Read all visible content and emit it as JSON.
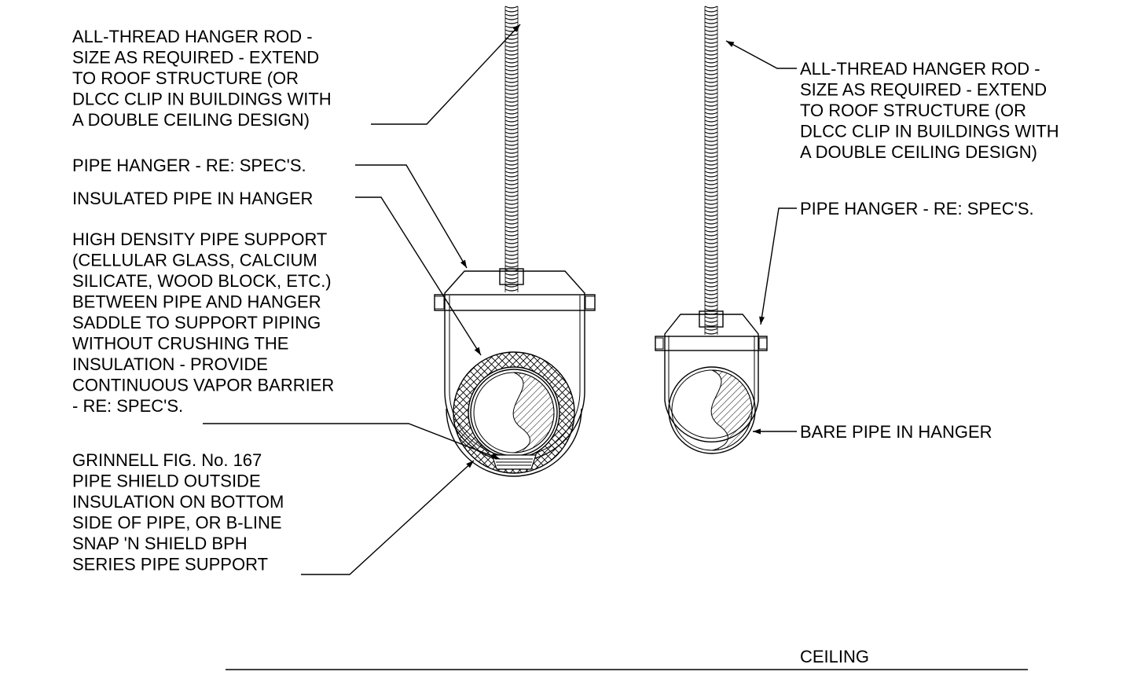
{
  "labels": {
    "left_rod": [
      "ALL-THREAD HANGER ROD -",
      "SIZE AS REQUIRED - EXTEND",
      "TO ROOF STRUCTURE (OR",
      "DLCC CLIP IN BUILDINGS WITH",
      "A DOUBLE CEILING DESIGN)"
    ],
    "left_hanger": [
      "PIPE HANGER - RE: SPEC'S."
    ],
    "left_insulated": [
      "INSULATED PIPE IN HANGER"
    ],
    "left_support": [
      "HIGH DENSITY PIPE SUPPORT",
      "(CELLULAR GLASS, CALCIUM",
      "SILICATE, WOOD BLOCK, ETC.)",
      "BETWEEN PIPE AND HANGER",
      "SADDLE TO SUPPORT PIPING",
      "WITHOUT CRUSHING THE",
      "INSULATION - PROVIDE",
      "CONTINUOUS VAPOR BARRIER",
      "- RE: SPEC'S."
    ],
    "left_shield": [
      "GRINNELL FIG. No. 167",
      "PIPE SHIELD OUTSIDE",
      "INSULATION ON BOTTOM",
      "SIDE OF PIPE, OR B-LINE",
      "SNAP 'N SHIELD BPH",
      "SERIES PIPE SUPPORT"
    ],
    "right_rod": [
      "ALL-THREAD HANGER ROD -",
      "SIZE AS REQUIRED - EXTEND",
      "TO ROOF STRUCTURE (OR",
      "DLCC CLIP IN BUILDINGS WITH",
      "A DOUBLE CEILING DESIGN)"
    ],
    "right_hanger": [
      "PIPE HANGER - RE: SPEC'S."
    ],
    "right_bare": [
      "BARE PIPE IN HANGER"
    ],
    "ceiling": [
      "CEILING"
    ]
  }
}
